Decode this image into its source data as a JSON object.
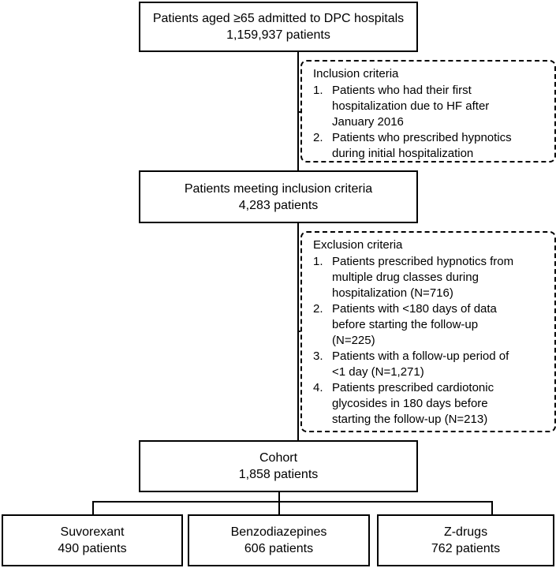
{
  "top_box": {
    "title": "Patients aged ≥65 admitted to DPC hospitals",
    "count": "1,159,937 patients"
  },
  "inclusion": {
    "heading": "Inclusion criteria",
    "items": [
      {
        "num": "1.",
        "lines": [
          "Patients who had their first",
          "hospitalization due to HF after",
          "January 2016"
        ]
      },
      {
        "num": "2.",
        "lines": [
          "Patients who prescribed hypnotics",
          "during initial hospitalization"
        ]
      }
    ]
  },
  "meeting_box": {
    "title": "Patients meeting inclusion criteria",
    "count": "4,283 patients"
  },
  "exclusion": {
    "heading": "Exclusion criteria",
    "items": [
      {
        "num": "1.",
        "lines": [
          "Patients prescribed hypnotics from",
          "multiple drug classes during",
          "hospitalization (N=716)"
        ]
      },
      {
        "num": "2.",
        "lines": [
          "Patients with <180 days of data",
          "before starting the follow-up",
          "(N=225)"
        ]
      },
      {
        "num": "3.",
        "lines": [
          "Patients with a follow-up period of",
          "<1 day (N=1,271)"
        ]
      },
      {
        "num": "4.",
        "lines": [
          "Patients prescribed cardiotonic",
          "glycosides in 180 days before",
          "starting the follow-up (N=213)"
        ]
      }
    ]
  },
  "cohort_box": {
    "title": "Cohort",
    "count": "1,858 patients"
  },
  "groups": [
    {
      "title": "Suvorexant",
      "count": "490 patients"
    },
    {
      "title": "Benzodiazepines",
      "count": "606 patients"
    },
    {
      "title": "Z-drugs",
      "count": "762 patients"
    }
  ]
}
